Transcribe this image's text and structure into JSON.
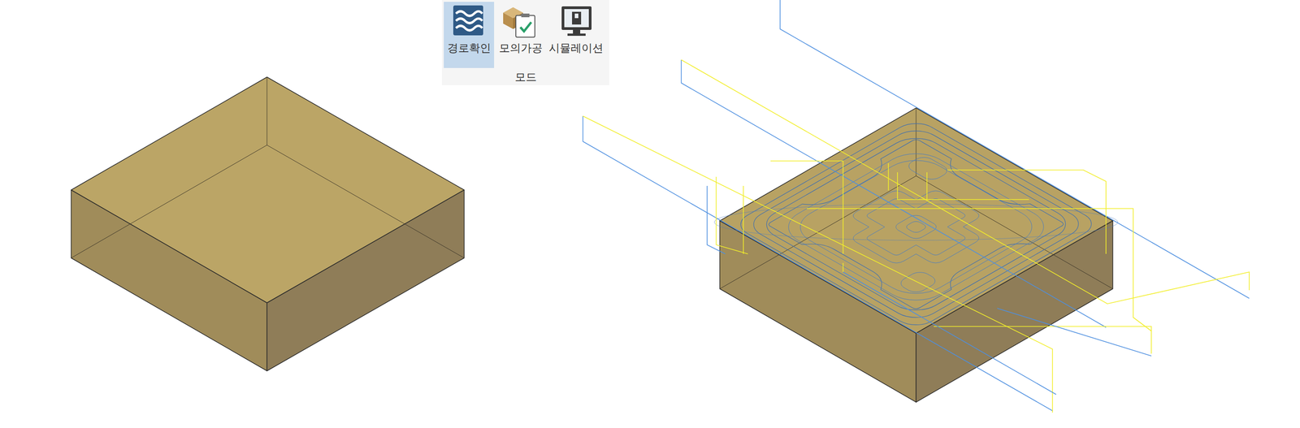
{
  "diagram": {
    "nodes": [
      {
        "text": [
          "모드"
        ]
      },
      {
        "text": [
          "경로확인"
        ],
        "in": 0
      },
      {
        "text": [
          "모의가공"
        ],
        "in": 0
      },
      {
        "text": [
          "시뮬레이션"
        ],
        "in": 0
      }
    ]
  }
}
